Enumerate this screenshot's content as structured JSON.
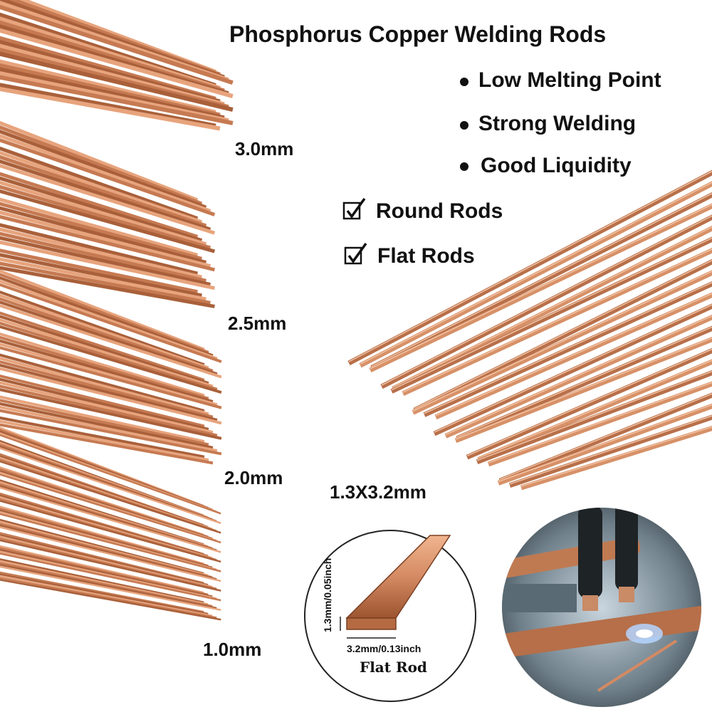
{
  "title": "Phosphorus Copper Welding Rods",
  "features": [
    "Low Melting Point",
    "Strong Welding",
    "Good Liquidity"
  ],
  "options": [
    "Round Rods",
    "Flat Rods"
  ],
  "round_sizes": [
    "3.0mm",
    "2.5mm",
    "2.0mm",
    "1.0mm"
  ],
  "flat_size": "1.3X3.2mm",
  "diagram": {
    "thickness": "1.3mm/0.05inch",
    "width": "3.2mm/0.13inch",
    "caption": "Flat Rod"
  },
  "colors": {
    "copper": "#d48a62",
    "copper_dark": "#a55a36",
    "copper_light": "#f0b58f",
    "text": "#111111"
  }
}
